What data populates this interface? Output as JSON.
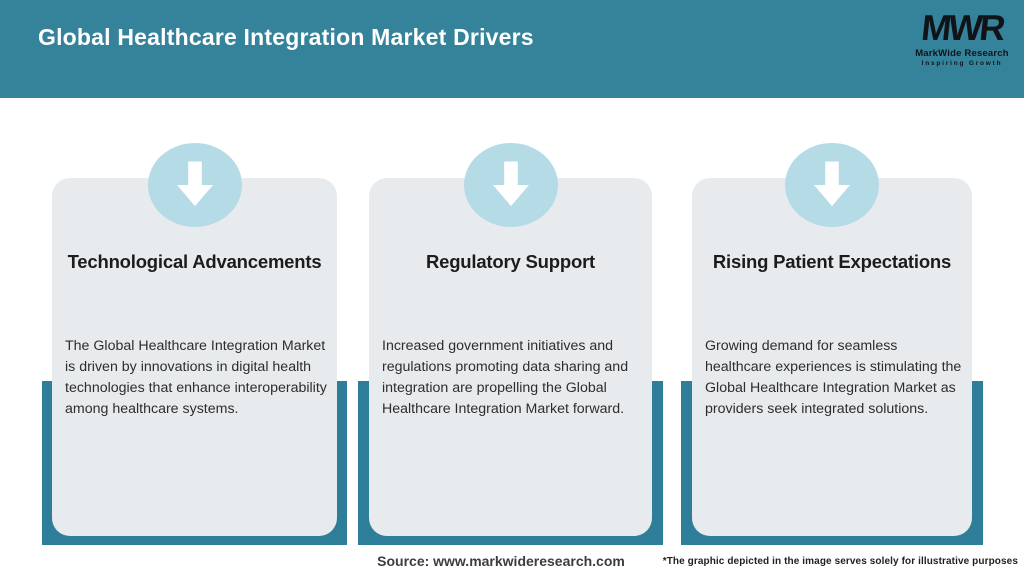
{
  "header": {
    "title": "Global Healthcare Integration Market Drivers",
    "bg_color": "#35839A",
    "logo": {
      "acronym": "MWR",
      "name": "MarkWide Research",
      "tagline": "Inspiring Growth"
    }
  },
  "cards": [
    {
      "title": "Technological Advancements",
      "description": "The Global Healthcare Integration Market is driven by innovations in digital health technologies that enhance interoperability among healthcare systems."
    },
    {
      "title": "Regulatory Support",
      "description": "Increased government initiatives and regulations promoting data sharing and integration are propelling the Global Healthcare Integration Market forward."
    },
    {
      "title": "Rising Patient Expectations",
      "description": "Growing demand for seamless healthcare experiences is stimulating the Global Healthcare Integration Market as providers seek integrated solutions."
    }
  ],
  "footer": {
    "source": "Source: www.markwideresearch.com",
    "disclaimer": "*The graphic depicted in the image serves solely for illustrative purposes"
  },
  "colors": {
    "header_teal": "#35839A",
    "backdrop_teal": "#2F7E99",
    "arrow_circle_blue": "#B5DBE7",
    "card_gray": "#E8EBED",
    "title_text": "#1C1C1C",
    "body_text": "#2D2D2D"
  }
}
